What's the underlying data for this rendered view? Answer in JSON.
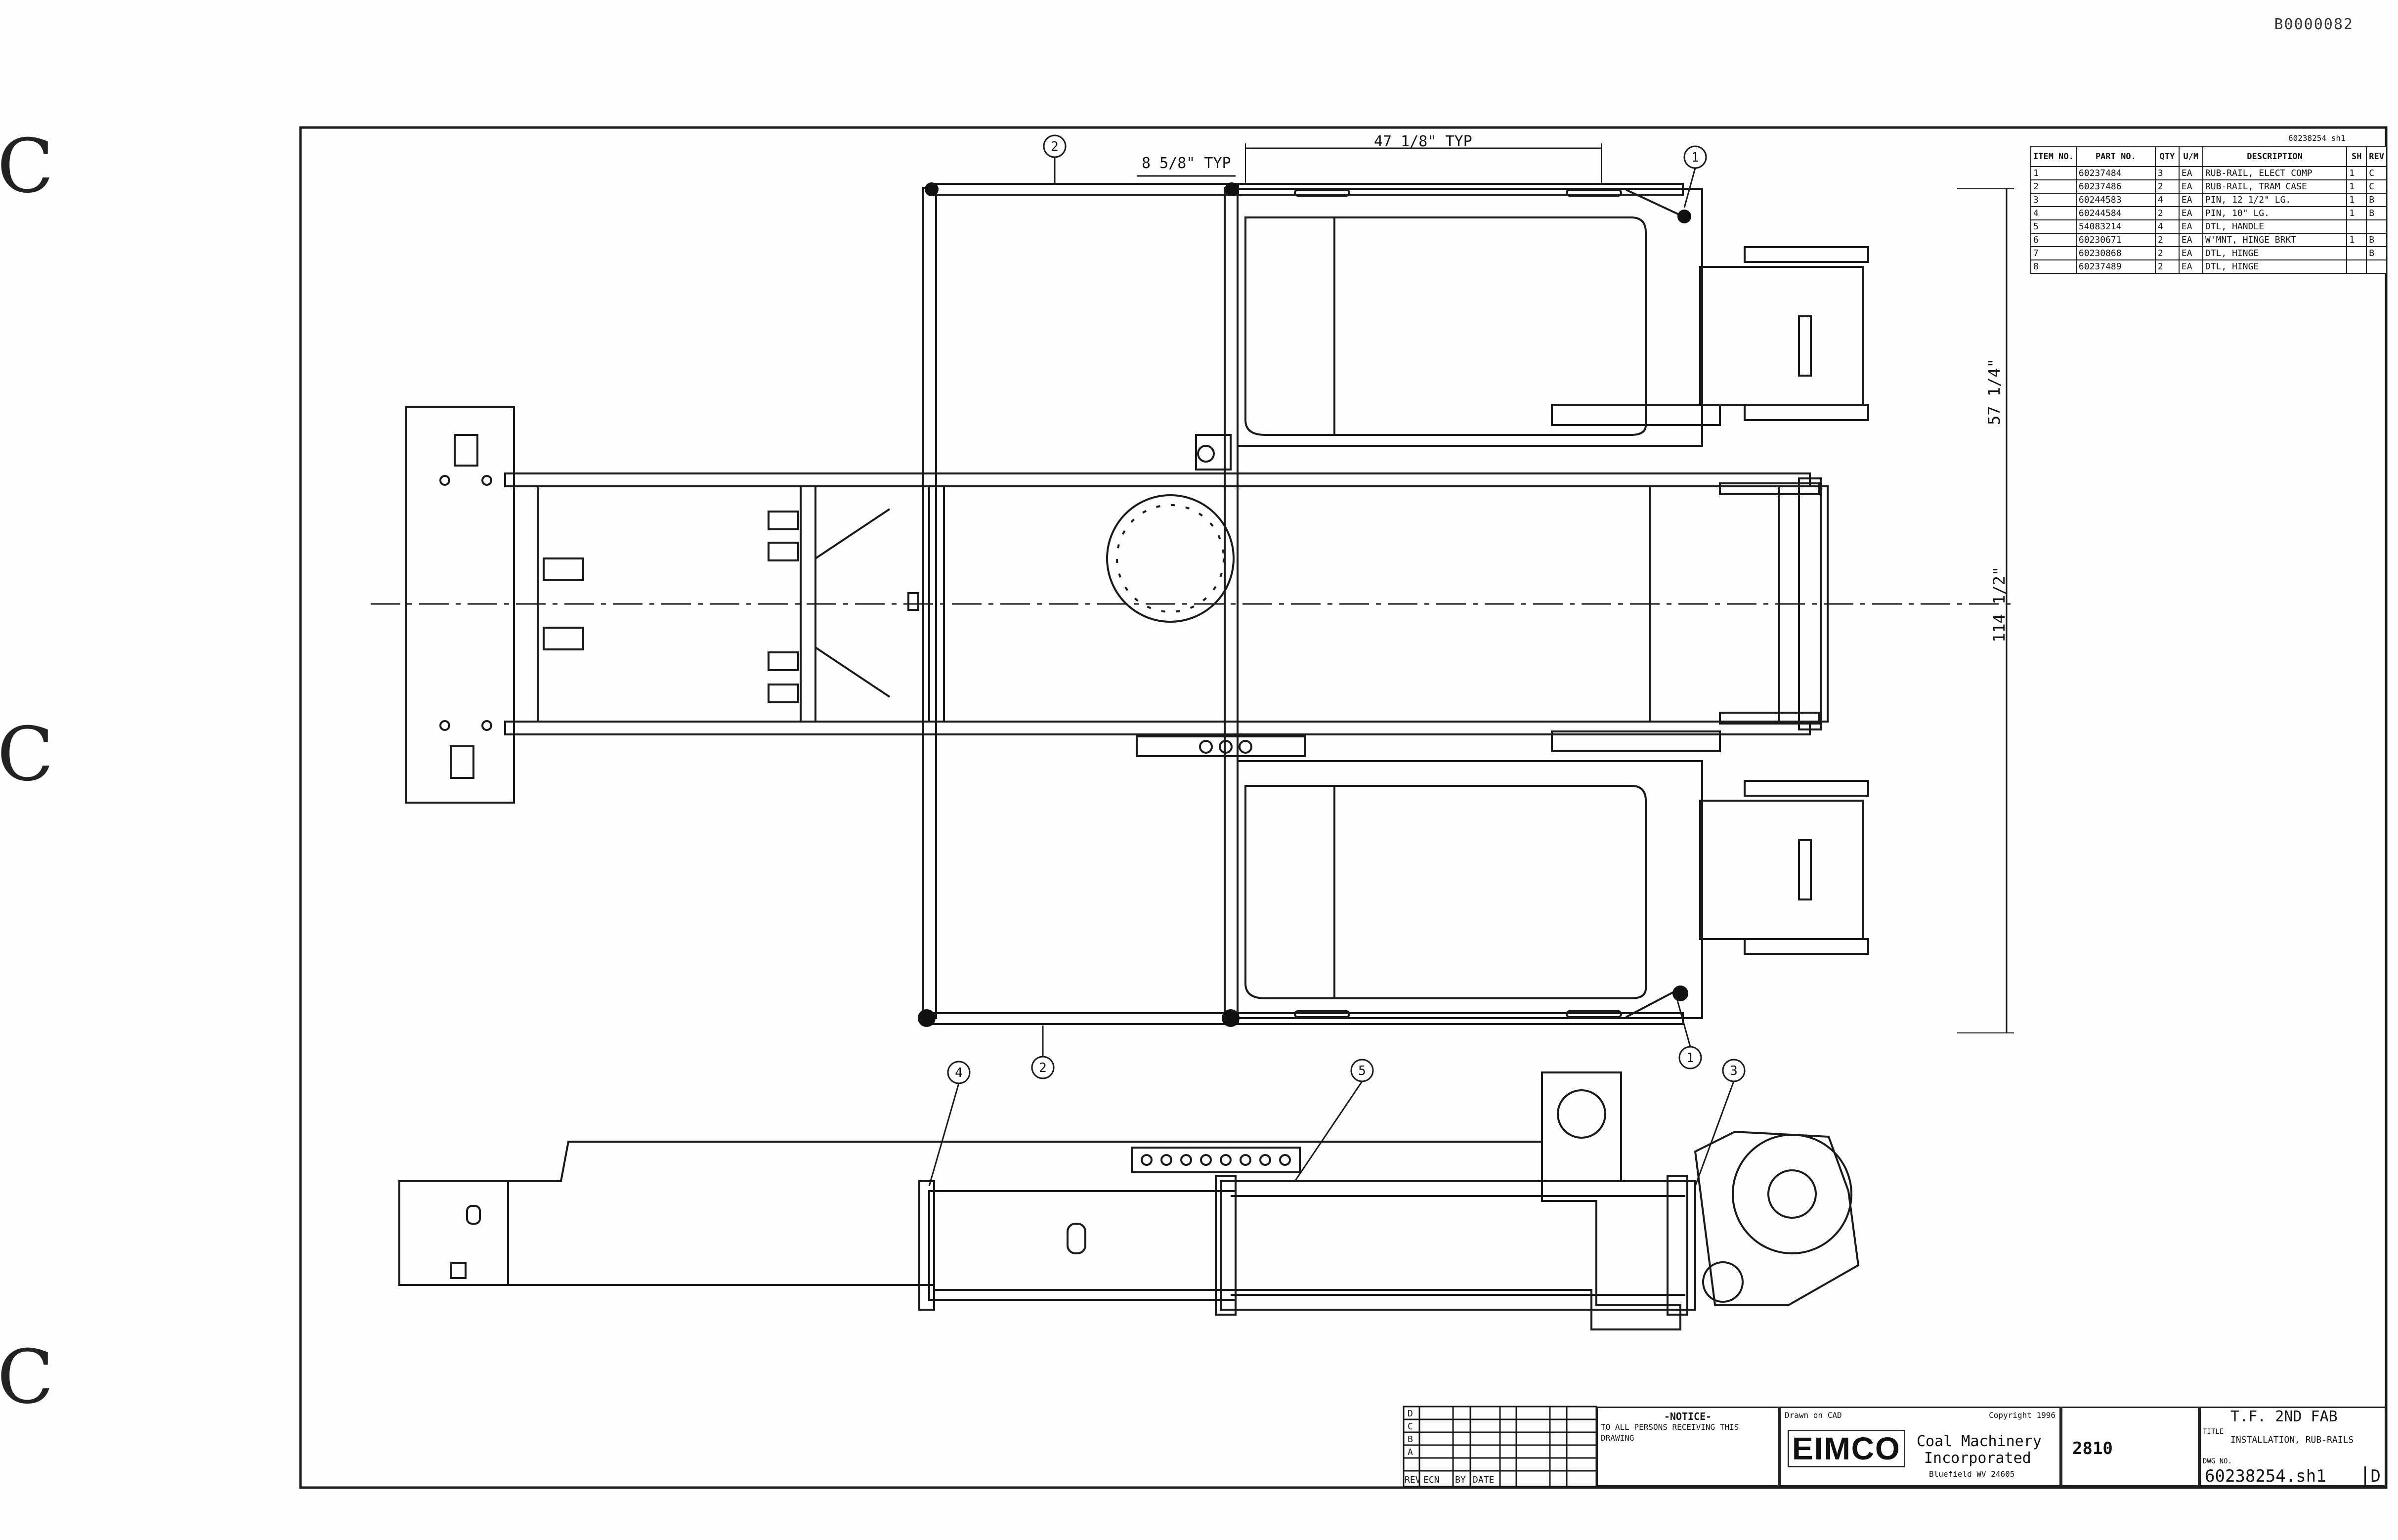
{
  "document": {
    "id": "B0000082"
  },
  "drawing": {
    "dimensions": {
      "top_spacing": "8 5/8\" TYP",
      "top_length": "47 1/8\" TYP",
      "side_a": "57 1/4\"",
      "side_b": "114 1/2\""
    },
    "balloons": {
      "b1": "1",
      "b2": "2",
      "b3": "3",
      "b4": "4",
      "b5": "5"
    }
  },
  "bom": {
    "doc_label": "60238254 sh1",
    "headers": {
      "item": "ITEM NO.",
      "part": "PART NO.",
      "qty": "QTY",
      "um": "U/M",
      "desc": "DESCRIPTION",
      "sh": "SH",
      "rev": "REV"
    },
    "rows": [
      {
        "item": "1",
        "part": "60237484",
        "qty": "3",
        "um": "EA",
        "desc": "RUB-RAIL, ELECT COMP",
        "sh": "1",
        "rev": "C"
      },
      {
        "item": "2",
        "part": "60237486",
        "qty": "2",
        "um": "EA",
        "desc": "RUB-RAIL, TRAM CASE",
        "sh": "1",
        "rev": "C"
      },
      {
        "item": "3",
        "part": "60244583",
        "qty": "4",
        "um": "EA",
        "desc": "PIN, 12 1/2\" LG.",
        "sh": "1",
        "rev": "B"
      },
      {
        "item": "4",
        "part": "60244584",
        "qty": "2",
        "um": "EA",
        "desc": "PIN, 10\" LG.",
        "sh": "1",
        "rev": "B"
      },
      {
        "item": "5",
        "part": "54083214",
        "qty": "4",
        "um": "EA",
        "desc": "DTL, HANDLE",
        "sh": "",
        "rev": ""
      },
      {
        "item": "6",
        "part": "60230671",
        "qty": "2",
        "um": "EA",
        "desc": "W'MNT, HINGE BRKT",
        "sh": "1",
        "rev": "B"
      },
      {
        "item": "7",
        "part": "60230868",
        "qty": "2",
        "um": "EA",
        "desc": "DTL, HINGE",
        "sh": "",
        "rev": "B"
      },
      {
        "item": "8",
        "part": "60237489",
        "qty": "2",
        "um": "EA",
        "desc": "DTL, HINGE",
        "sh": "",
        "rev": ""
      }
    ]
  },
  "title_block": {
    "notice_title": "-NOTICE-",
    "notice_text": "TO ALL PERSONS RECEIVING THIS DRAWING",
    "drawn_on": "Drawn on CAD",
    "copyright": "Copyright 1996",
    "logo": "EIMCO",
    "company_line1": "Coal Machinery",
    "company_line2": "Incorporated",
    "company_location": "Bluefield WV 24605",
    "assy": "T.F. 2ND FAB",
    "title_label": "TITLE",
    "title": "INSTALLATION, RUB-RAILS",
    "model": "2810",
    "dwg_label": "DWG NO.",
    "dwg_no": "60238254.sh1",
    "rev": "D",
    "rev_table": {
      "col_rev": "REV",
      "col_ecn": "ECN",
      "col_by": "BY",
      "col_date": "DATE",
      "revs_left": [
        "D",
        "C",
        "B",
        "A"
      ]
    }
  }
}
